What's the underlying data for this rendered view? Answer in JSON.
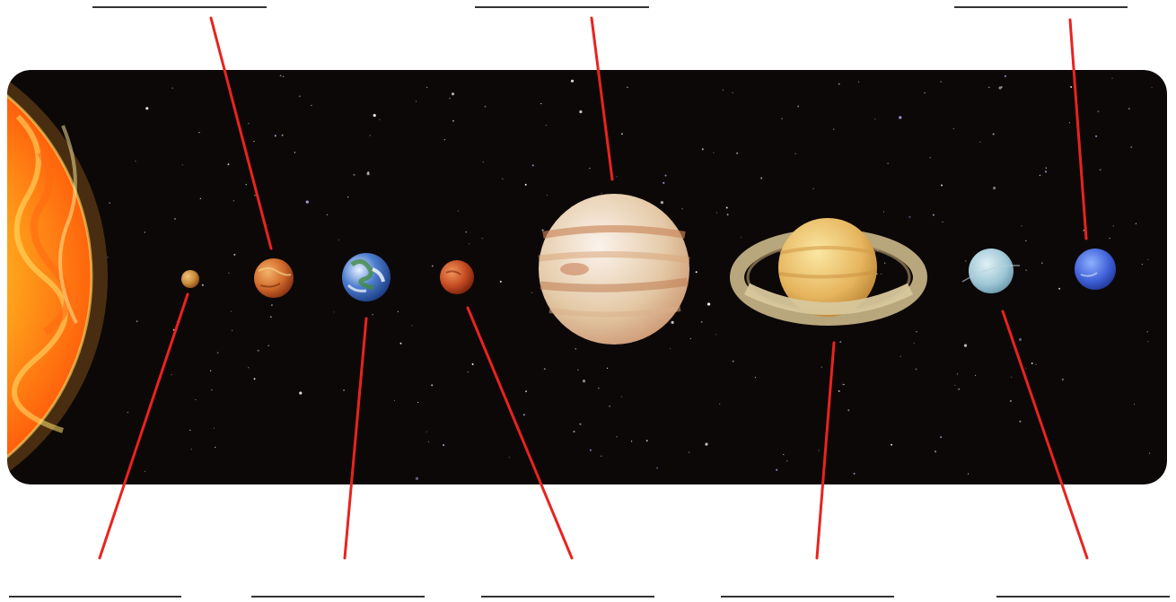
{
  "diagram": {
    "kind": "solar-system-labeling-worksheet",
    "panel_background": "#0d0808",
    "leader_line_color": "#e8231f",
    "answer_line_color": "#333333",
    "bodies": [
      {
        "id": "sun",
        "icon": "sun-icon",
        "colors": [
          "#fff27a",
          "#ffb01f",
          "#ff5a0a",
          "#e02a00"
        ]
      },
      {
        "id": "mercury",
        "icon": "mercury-icon",
        "colors": [
          "#f2c27a",
          "#c98a3a",
          "#8a4e1a"
        ]
      },
      {
        "id": "venus",
        "icon": "venus-icon",
        "colors": [
          "#f4b36a",
          "#d06a2a",
          "#8a3214"
        ]
      },
      {
        "id": "earth",
        "icon": "earth-icon",
        "colors": [
          "#e8f2ff",
          "#4f7fcf",
          "#1d3f86"
        ]
      },
      {
        "id": "mars",
        "icon": "mars-icon",
        "colors": [
          "#f2955a",
          "#c44a22",
          "#7a2410"
        ]
      },
      {
        "id": "jupiter",
        "icon": "jupiter-icon",
        "colors": [
          "#fbf3ec",
          "#e4c9a6",
          "#c8906a"
        ]
      },
      {
        "id": "saturn",
        "icon": "saturn-icon",
        "colors": [
          "#fbe7a2",
          "#e6b55e",
          "#b07a2c"
        ]
      },
      {
        "id": "uranus",
        "icon": "uranus-icon",
        "colors": [
          "#dff0f5",
          "#9fc7d6",
          "#5f8fa3"
        ]
      },
      {
        "id": "neptune",
        "icon": "neptune-icon",
        "colors": [
          "#8fb0ff",
          "#3e5fd6",
          "#1d2e8a"
        ]
      }
    ],
    "answer_slots": [
      {
        "id": "mercury",
        "blank": ""
      },
      {
        "id": "venus",
        "blank": ""
      },
      {
        "id": "earth",
        "blank": ""
      },
      {
        "id": "mars",
        "blank": ""
      },
      {
        "id": "jupiter",
        "blank": ""
      },
      {
        "id": "saturn",
        "blank": ""
      },
      {
        "id": "uranus",
        "blank": ""
      },
      {
        "id": "neptune",
        "blank": ""
      }
    ]
  }
}
